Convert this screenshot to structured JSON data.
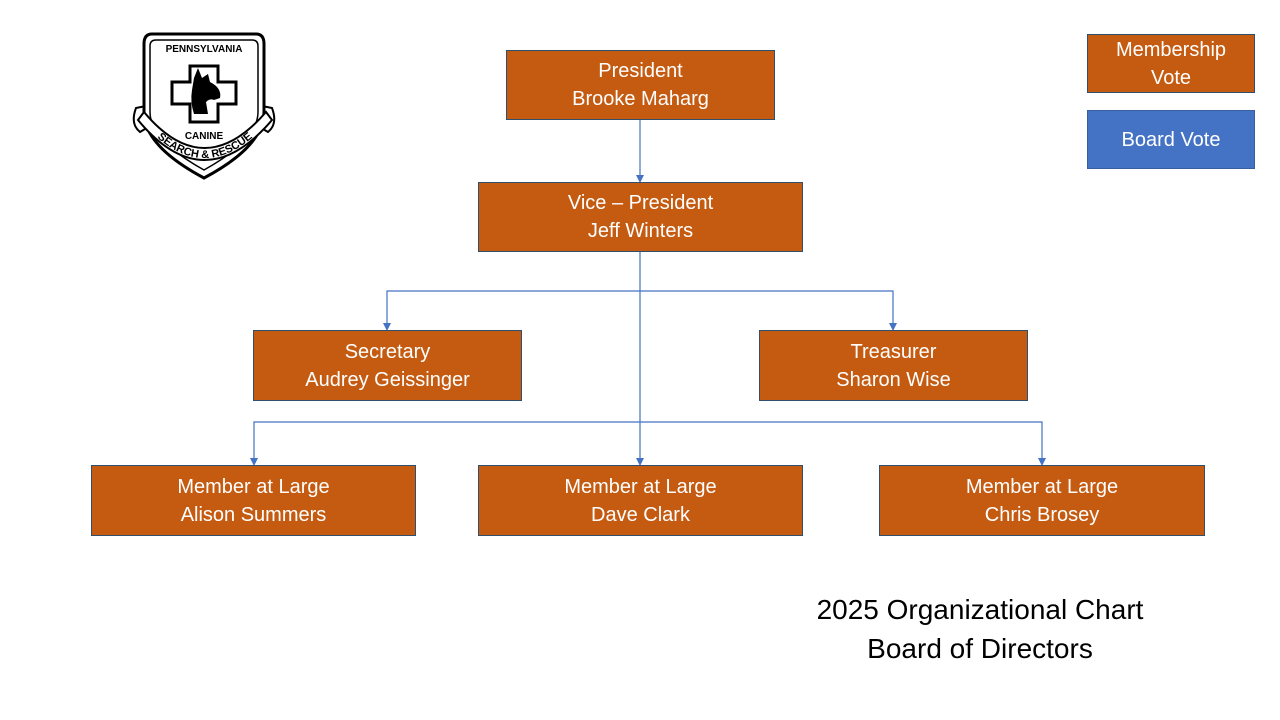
{
  "logo": {
    "top_text": "PENNSYLVANIA",
    "middle_text": "CANINE",
    "bottom_text": "SEARCH & RESCUE"
  },
  "legend": {
    "membership_vote": "Membership Vote",
    "board_vote": "Board Vote"
  },
  "nodes": {
    "president": {
      "role": "President",
      "name": "Brooke Maharg"
    },
    "vice_president": {
      "role": "Vice – President",
      "name": "Jeff Winters"
    },
    "secretary": {
      "role": "Secretary",
      "name": "Audrey Geissinger"
    },
    "treasurer": {
      "role": "Treasurer",
      "name": "Sharon Wise"
    },
    "member_1": {
      "role": "Member at Large",
      "name": "Alison Summers"
    },
    "member_2": {
      "role": "Member at Large",
      "name": "Dave Clark"
    },
    "member_3": {
      "role": "Member at Large",
      "name": "Chris Brosey"
    }
  },
  "title": {
    "line1": "2025 Organizational Chart",
    "line2": "Board of Directors"
  },
  "colors": {
    "membership_vote": "#c55a11",
    "board_vote": "#4472c4",
    "connector": "#4472c4"
  }
}
